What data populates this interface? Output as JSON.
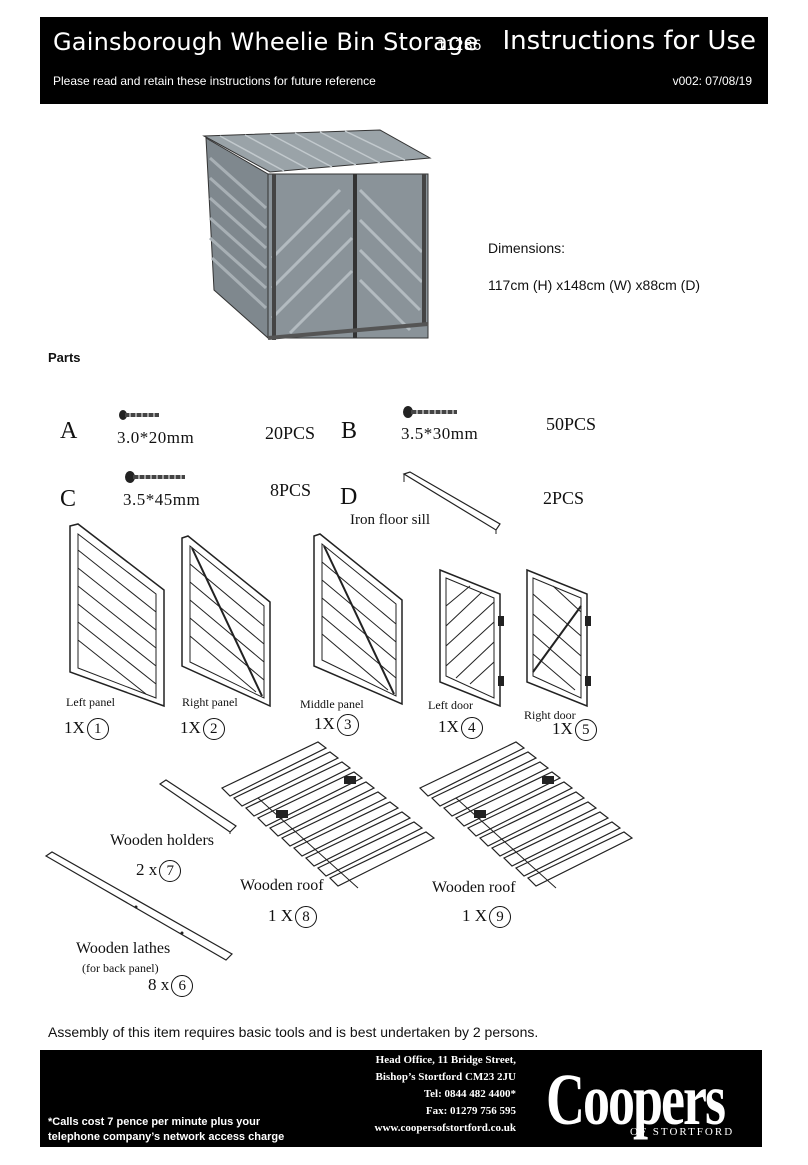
{
  "header": {
    "title": "Gainsborough Wheelie Bin Storage",
    "product_code": "11286",
    "doc_type": "Instructions for Use",
    "subtitle": "Please read and retain these instructions for future reference",
    "version": "v002: 07/08/19"
  },
  "dimensions": {
    "label": "Dimensions:",
    "value": "117cm (H) x148cm (W) x88cm (D)"
  },
  "parts_heading": "Parts",
  "hardware": [
    {
      "letter": "A",
      "spec": "3.0*20mm",
      "qty": "20PCS"
    },
    {
      "letter": "B",
      "spec": "3.5*30mm",
      "qty": "50PCS"
    },
    {
      "letter": "C",
      "spec": "3.5*45mm",
      "qty": "8PCS"
    },
    {
      "letter": "D",
      "spec": "Iron floor sill",
      "qty": "2PCS"
    }
  ],
  "panels": [
    {
      "label": "Left panel",
      "count": "1X",
      "num": "1"
    },
    {
      "label": "Right panel",
      "count": "1X",
      "num": "2"
    },
    {
      "label": "Middle panel",
      "count": "1X",
      "num": "3"
    },
    {
      "label": "Left door",
      "count": "1X",
      "num": "4"
    },
    {
      "label": "Right door",
      "count": "1X",
      "num": "5"
    }
  ],
  "lower_parts": [
    {
      "label": "Wooden holders",
      "count": "2 x",
      "num": "7"
    },
    {
      "label": "Wooden roof",
      "count": "1 X",
      "num": "8"
    },
    {
      "label": "Wooden roof",
      "count": "1 X",
      "num": "9"
    },
    {
      "label": "Wooden lathes",
      "sublabel": "(for back panel)",
      "count": "8 x",
      "num": "6"
    }
  ],
  "assembly_note": "Assembly of this item requires basic tools and is best undertaken by 2 persons.",
  "footer": {
    "address_lines": [
      "Head Office, 11 Bridge Street,",
      "Bishop’s Stortford  CM23 2JU",
      "Tel: 0844 482 4400*",
      "Fax: 01279 756 595",
      "www.coopersofstortford.co.uk"
    ],
    "call_note_1": "*Calls cost 7 pence per minute plus your",
    "call_note_2": "telephone company’s  network access charge",
    "brand": "Coopers",
    "brand_sub": "OF STORTFORD"
  }
}
